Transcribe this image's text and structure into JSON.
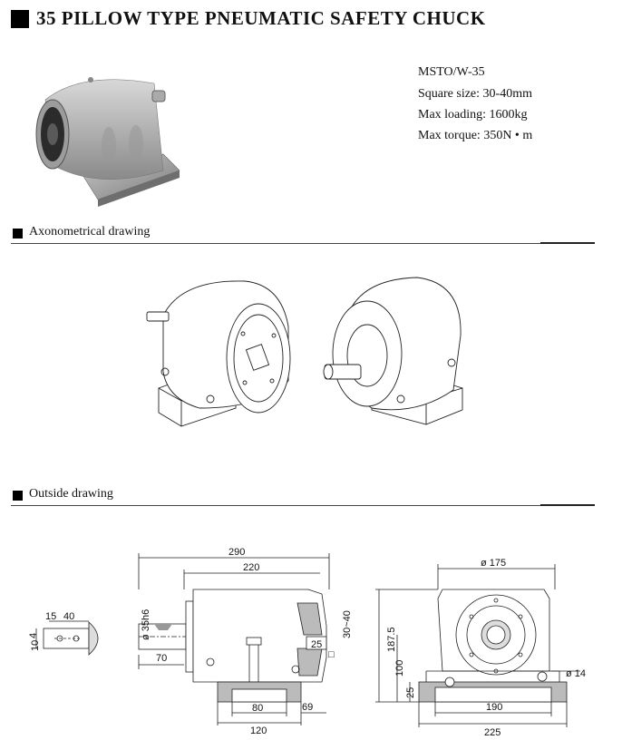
{
  "header": {
    "title": "35 PILLOW TYPE PNEUMATIC SAFETY CHUCK"
  },
  "specs": {
    "model": "MSTO/W-35",
    "square_size": "Square size: 30-40mm",
    "max_loading": "Max loading: 1600kg",
    "max_torque": "Max torque: 350N • m"
  },
  "sections": {
    "axonometric": "Axonometrical drawing",
    "outside": "Outside drawing"
  },
  "dimensions": {
    "side": {
      "total_length": "290",
      "body_length": "220",
      "shaft_dia": "ø 35h6",
      "shaft_len": "70",
      "base_len": "120",
      "base_inner": "80",
      "base_offset": "69",
      "chuck_depth": "25",
      "square": "30~40",
      "square_symbol": "□"
    },
    "key": {
      "a": "15",
      "b": "40",
      "c": "10",
      "d": "4"
    },
    "front": {
      "body_dia": "ø 175",
      "height": "187.5",
      "center_h": "100",
      "base_h": "25",
      "base_inner": "190",
      "base_total": "225",
      "hole_dia": "ø 14"
    }
  }
}
